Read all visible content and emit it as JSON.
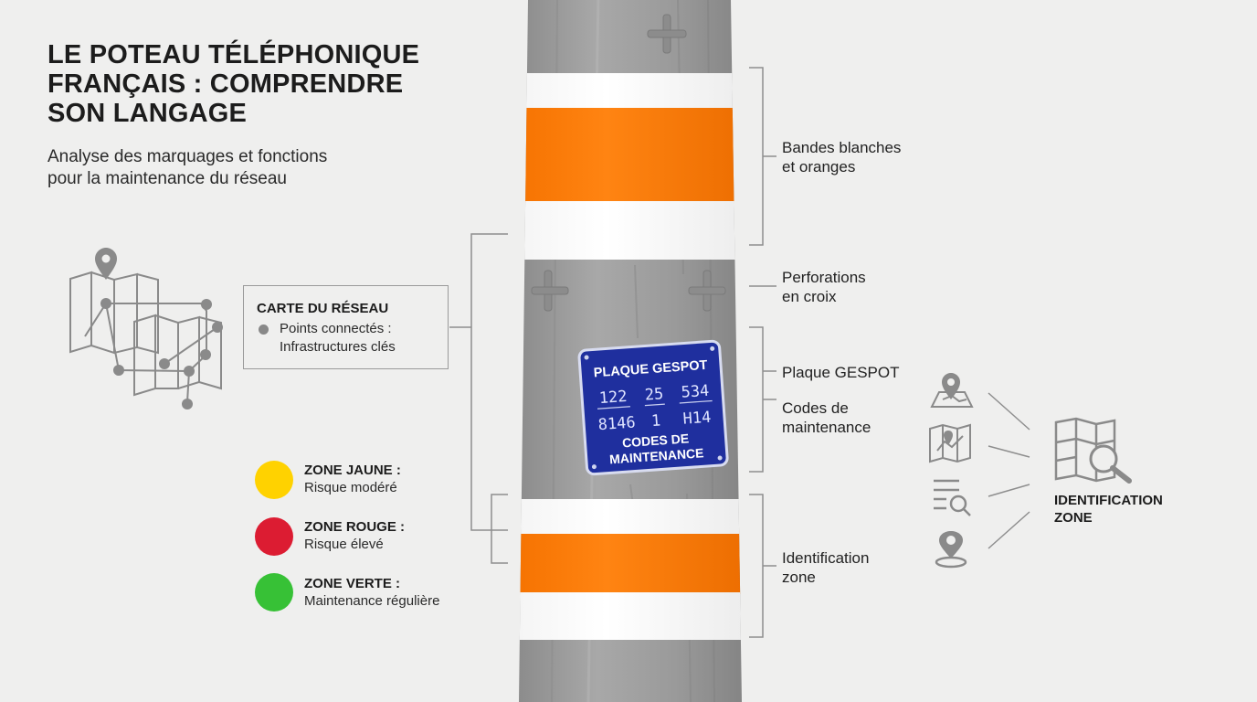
{
  "header": {
    "title_lines": [
      "LE POTEAU TÉLÉPHONIQUE",
      "FRANÇAIS : COMPRENDRE",
      "SON LANGAGE"
    ],
    "subtitle_lines": [
      "Analyse des marquages et fonctions",
      "pour la maintenance du réseau"
    ]
  },
  "network_card": {
    "title": "CARTE DU RÉSEAU",
    "bullet_lines": [
      "Points connectés :",
      "Infrastructures clés"
    ]
  },
  "zones": [
    {
      "title": "ZONE JAUNE :",
      "description": "Risque modéré",
      "color": "#ffd200"
    },
    {
      "title": "ZONE ROUGE :",
      "description": "Risque élevé",
      "color": "#dc1c32"
    },
    {
      "title": "ZONE VERTE :",
      "description": "Maintenance régulière",
      "color": "#37c136"
    }
  ],
  "plate": {
    "title": "PLAQUE GESPOT",
    "codes_row1": [
      "122",
      "25",
      "534"
    ],
    "codes_row2": [
      "8146",
      "1",
      "H14"
    ],
    "footer_lines": [
      "CODES DE",
      "MAINTENANCE"
    ],
    "color": "#1f2f9e"
  },
  "callouts": {
    "bands": [
      "Bandes blanches",
      "et oranges"
    ],
    "perforations": [
      "Perforations",
      "en croix"
    ],
    "plaque": [
      "Plaque GESPOT"
    ],
    "codes": [
      "Codes de",
      "maintenance"
    ],
    "identification": [
      "Identification",
      "zone"
    ]
  },
  "identification_label": [
    "IDENTIFICATION",
    "ZONE"
  ],
  "colors": {
    "pole": "#9b9b9b",
    "orange_band": "#ff7f0a",
    "white_band": "#ffffff",
    "icon_gray": "#8a8a8a"
  },
  "icons": [
    "map-network-icon",
    "map-pin-icon",
    "map-fold-icon",
    "list-search-icon",
    "location-pin-icon",
    "map-search-icon",
    "cross-perforation-icon"
  ]
}
